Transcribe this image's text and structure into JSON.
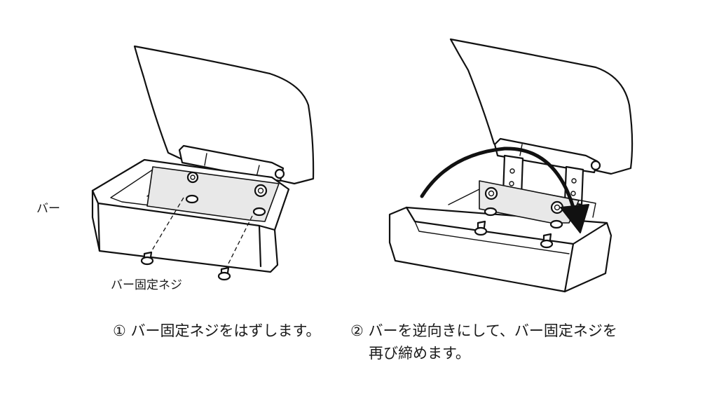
{
  "labels": {
    "bar": "バー",
    "bar_screw": "バー固定ネジ"
  },
  "steps": [
    {
      "text": "① バー固定ネジをはずします。"
    },
    {
      "line1": "② バーを逆向きにして、バー固定ネジを",
      "line2": "再び締めます。"
    }
  ]
}
